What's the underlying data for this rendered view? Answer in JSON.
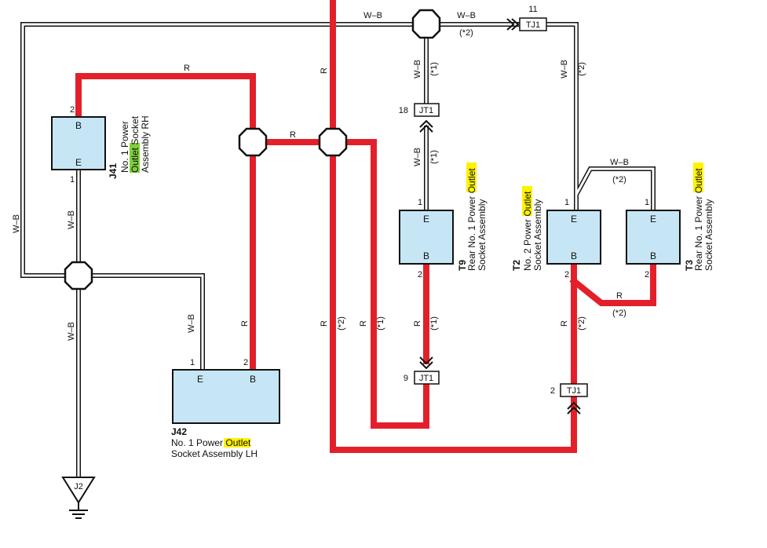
{
  "wire_colors": {
    "red": "#e3202a",
    "wb": "#111111",
    "box_fill": "#c6e6f5",
    "highlight": "#fff200"
  },
  "wire_labels": {
    "wb": "W–B",
    "r": "R",
    "note1": "(*1)",
    "note2": "(*2)"
  },
  "components": {
    "j41": {
      "code": "J41",
      "name": [
        "No. 1 Power",
        "Outlet Socket",
        "Assembly RH"
      ],
      "highlight": "Outlet",
      "term_top": "B",
      "term_bottom": "E",
      "pin_top": "2",
      "pin_bottom": "1"
    },
    "j42": {
      "code": "J42",
      "name": [
        "No. 1 Power Outlet",
        "Socket Assembly LH"
      ],
      "highlight": "Outlet",
      "term_left": "E",
      "term_right": "B",
      "pin_left": "1",
      "pin_right": "2"
    },
    "t9": {
      "code": "T9",
      "name": [
        "Rear No. 1 Power Outlet",
        "Socket Assembly"
      ],
      "highlight": "Outlet",
      "term_top": "E",
      "term_bottom": "B",
      "pin_top": "1",
      "pin_bottom": "2"
    },
    "t2": {
      "code": "T2",
      "name": [
        "No. 2 Power Outlet",
        "Socket Assembly"
      ],
      "highlight": "Outlet",
      "term_top": "E",
      "term_bottom": "B",
      "pin_top": "1",
      "pin_bottom": "2"
    },
    "t3": {
      "code": "T3",
      "name": [
        "Rear No. 1 Power Outlet",
        "Socket Assembly"
      ],
      "highlight": "Outlet",
      "term_top": "E",
      "term_bottom": "B",
      "pin_top": "1",
      "pin_bottom": "2"
    }
  },
  "connectors": {
    "jt1_top": {
      "label": "JT1",
      "pin": "18"
    },
    "jt1_bottom": {
      "label": "JT1",
      "pin": "9"
    },
    "tj1_top": {
      "label": "TJ1",
      "pin": "11"
    },
    "tj1_bottom": {
      "label": "TJ1",
      "pin": "2"
    }
  },
  "ground": {
    "label": "J2"
  }
}
